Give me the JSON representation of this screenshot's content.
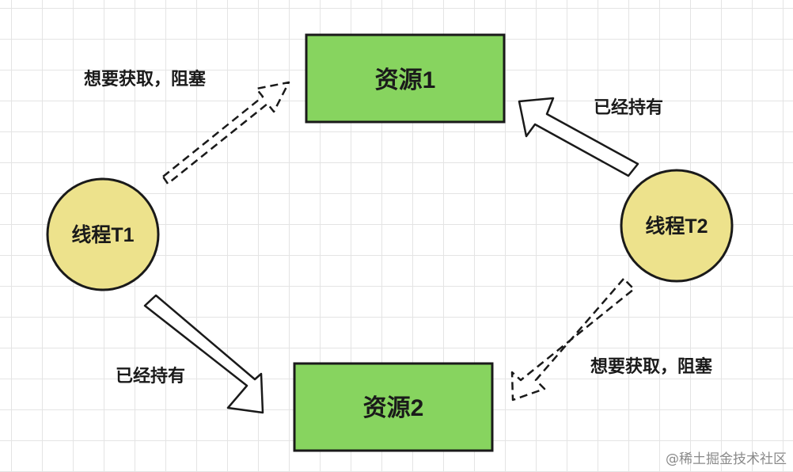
{
  "nodes": {
    "resource1": {
      "label": "资源1"
    },
    "resource2": {
      "label": "资源2"
    },
    "thread1": {
      "label": "线程T1"
    },
    "thread2": {
      "label": "线程T2"
    }
  },
  "edges": {
    "t1_wants_r1": {
      "label": "想要获取，阻塞",
      "style": "dashed"
    },
    "t1_holds_r2": {
      "label": "已经持有",
      "style": "solid"
    },
    "t2_holds_r1": {
      "label": "已经持有",
      "style": "solid"
    },
    "t2_wants_r2": {
      "label": "想要获取，阻塞",
      "style": "dashed"
    }
  },
  "watermark": "@稀土掘金技术社区",
  "colors": {
    "resource_fill": "#87d45f",
    "thread_fill": "#ede28c",
    "stroke": "#1a1a1a",
    "grid": "#e4e4e4"
  }
}
